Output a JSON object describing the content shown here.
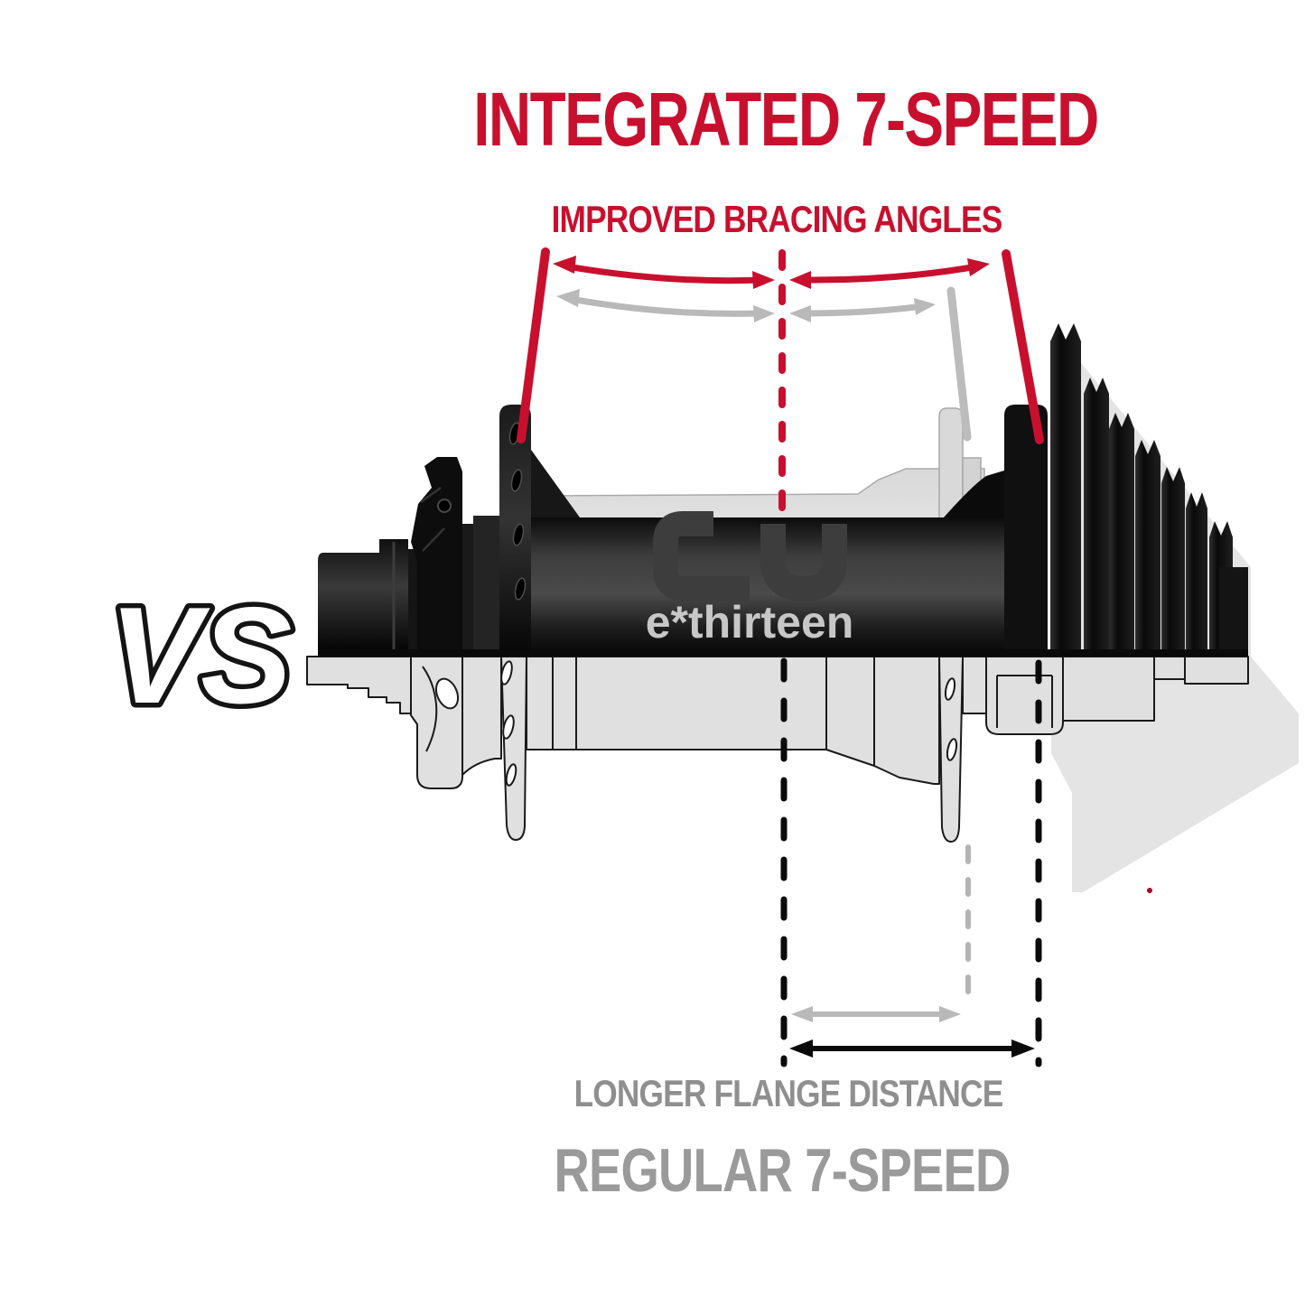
{
  "header": {
    "title": "INTEGRATED 7-SPEED",
    "subtitle": "IMPROVED BRACING ANGLES"
  },
  "footer": {
    "flange_label": "LONGER FLANGE DISTANCE",
    "regular_title": "REGULAR 7-SPEED"
  },
  "comparison": {
    "vs_label": "VS"
  },
  "hub": {
    "wordmark": "e*thirteen",
    "brand_mark": "e13-monogram-icon",
    "sprocket_count": 7
  },
  "colors": {
    "accent_red": "#C8102E",
    "label_gray": "#8F8F8F",
    "muted_gray": "#9A9A9A",
    "line_gray": "#B9B9B9",
    "drawing_outline": "#1A1A1A",
    "drawing_fill": "#E0E0E0",
    "shadow_gray": "#E4E4E4",
    "hub_black": "#0E0E0E",
    "wordmark_gray": "#C7C7C7"
  }
}
